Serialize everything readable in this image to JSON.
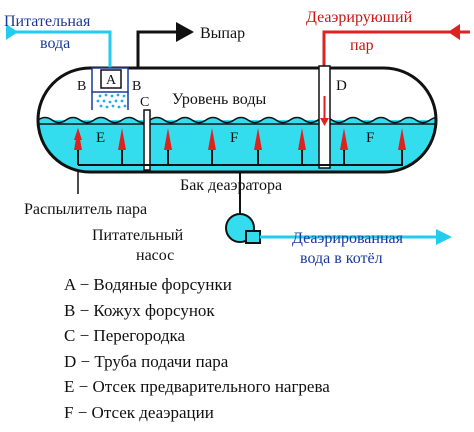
{
  "labels": {
    "feed_water": [
      "Питательная",
      "вода"
    ],
    "steam_out": "Выпар",
    "deaerating_steam": [
      "Деаэрируюший",
      "пар"
    ],
    "water_level": "Уровень воды",
    "tank": "Бак деаэратора",
    "steam_sprayer": "Распылитель пара",
    "feed_pump": [
      "Питательный",
      "насос"
    ],
    "deaerated_water": [
      "Деаэрированная",
      "вода в котёл"
    ],
    "marker_A": "A",
    "marker_B_left": "B",
    "marker_B_right": "B",
    "marker_C": "C",
    "marker_D": "D",
    "marker_E": "E",
    "marker_F1": "F",
    "marker_F2": "F"
  },
  "legend": [
    "A − Водяные форсунки",
    "B − Кожух форсунок",
    "C − Перегородка",
    "D − Труба подачи пара",
    "E − Отсек предварительного нагрева",
    "F − Отсек деаэрации"
  ],
  "colors": {
    "water": "#33ddee",
    "inflow_arrow": "#22ccee",
    "steam_arrow": "#dd2222",
    "outline": "#111111",
    "label_blue": "#1a3a99",
    "label_red": "#cc1111"
  }
}
